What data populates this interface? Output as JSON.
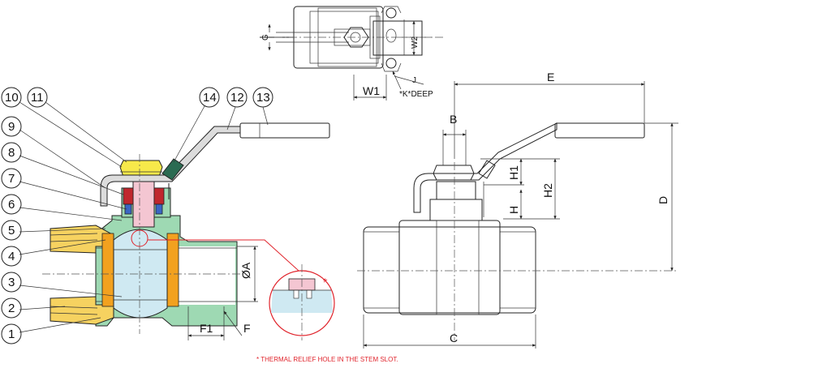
{
  "part_numbers": [
    "1",
    "2",
    "3",
    "4",
    "5",
    "6",
    "7",
    "8",
    "9",
    "10",
    "11",
    "12",
    "13",
    "14"
  ],
  "dimensions": {
    "top_view": {
      "g": "G",
      "w2": "W2",
      "w1": "W1",
      "j": "J",
      "k_deep": "*K*DEEP"
    },
    "section": {
      "diameter_a": "ØA",
      "f1": "F1",
      "f": "F",
      "asterisk": "*"
    },
    "side_view": {
      "e": "E",
      "b": "B",
      "h1": "H1",
      "h2": "H2",
      "h": "H",
      "d": "D",
      "c": "C"
    }
  },
  "note": "* THERMAL RELIEF HOLE IN THE STEM SLOT.",
  "colors": {
    "body": "#9ed9b3",
    "end_cap": "#f6d260",
    "nut": "#f7e94a",
    "seat": "#f2a11f",
    "ball": "#cfe9f2",
    "stem": "#f4c6d2",
    "packing": "#c0272d",
    "washer": "#3a66c4",
    "grip": "#2b6b52",
    "callout": "#e0242c"
  }
}
